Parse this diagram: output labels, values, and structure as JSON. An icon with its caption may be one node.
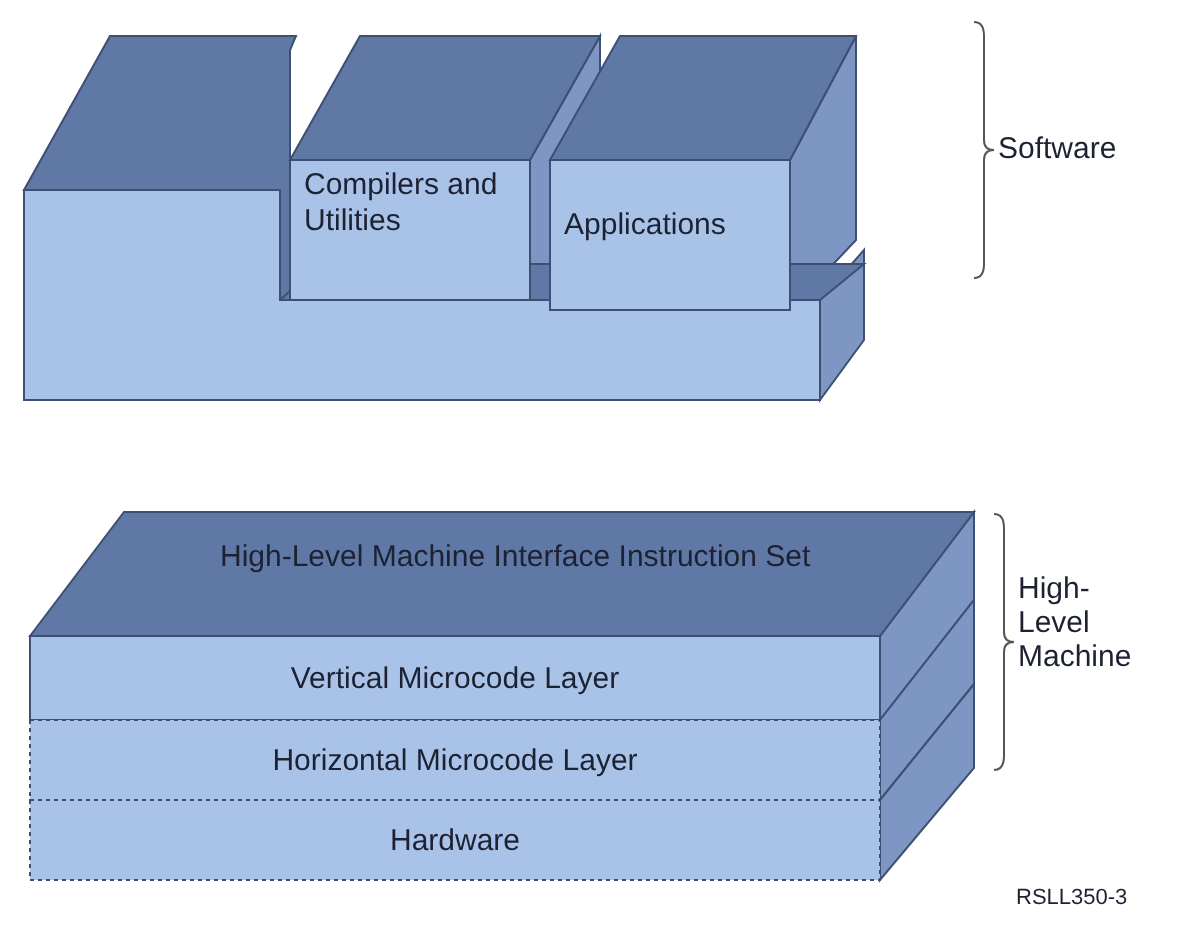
{
  "diagram": {
    "nodes": [
      {
        "text": [],
        "shape": "box"
      },
      {
        "text": [
          "Compilers and Utilities"
        ]
      },
      {
        "text": [
          "Applications"
        ]
      },
      {
        "text": [
          "High-Level Machine Interface Instruction Set"
        ]
      },
      {
        "text": [
          "Vertical Microcode Layer"
        ]
      },
      {
        "text": [
          "Horizontal Microcode Layer"
        ]
      },
      {
        "text": [
          "Hardware"
        ]
      }
    ],
    "edges": [],
    "labels": [
      "Software",
      "High-Level Machine",
      "RSLL350-3"
    ]
  }
}
